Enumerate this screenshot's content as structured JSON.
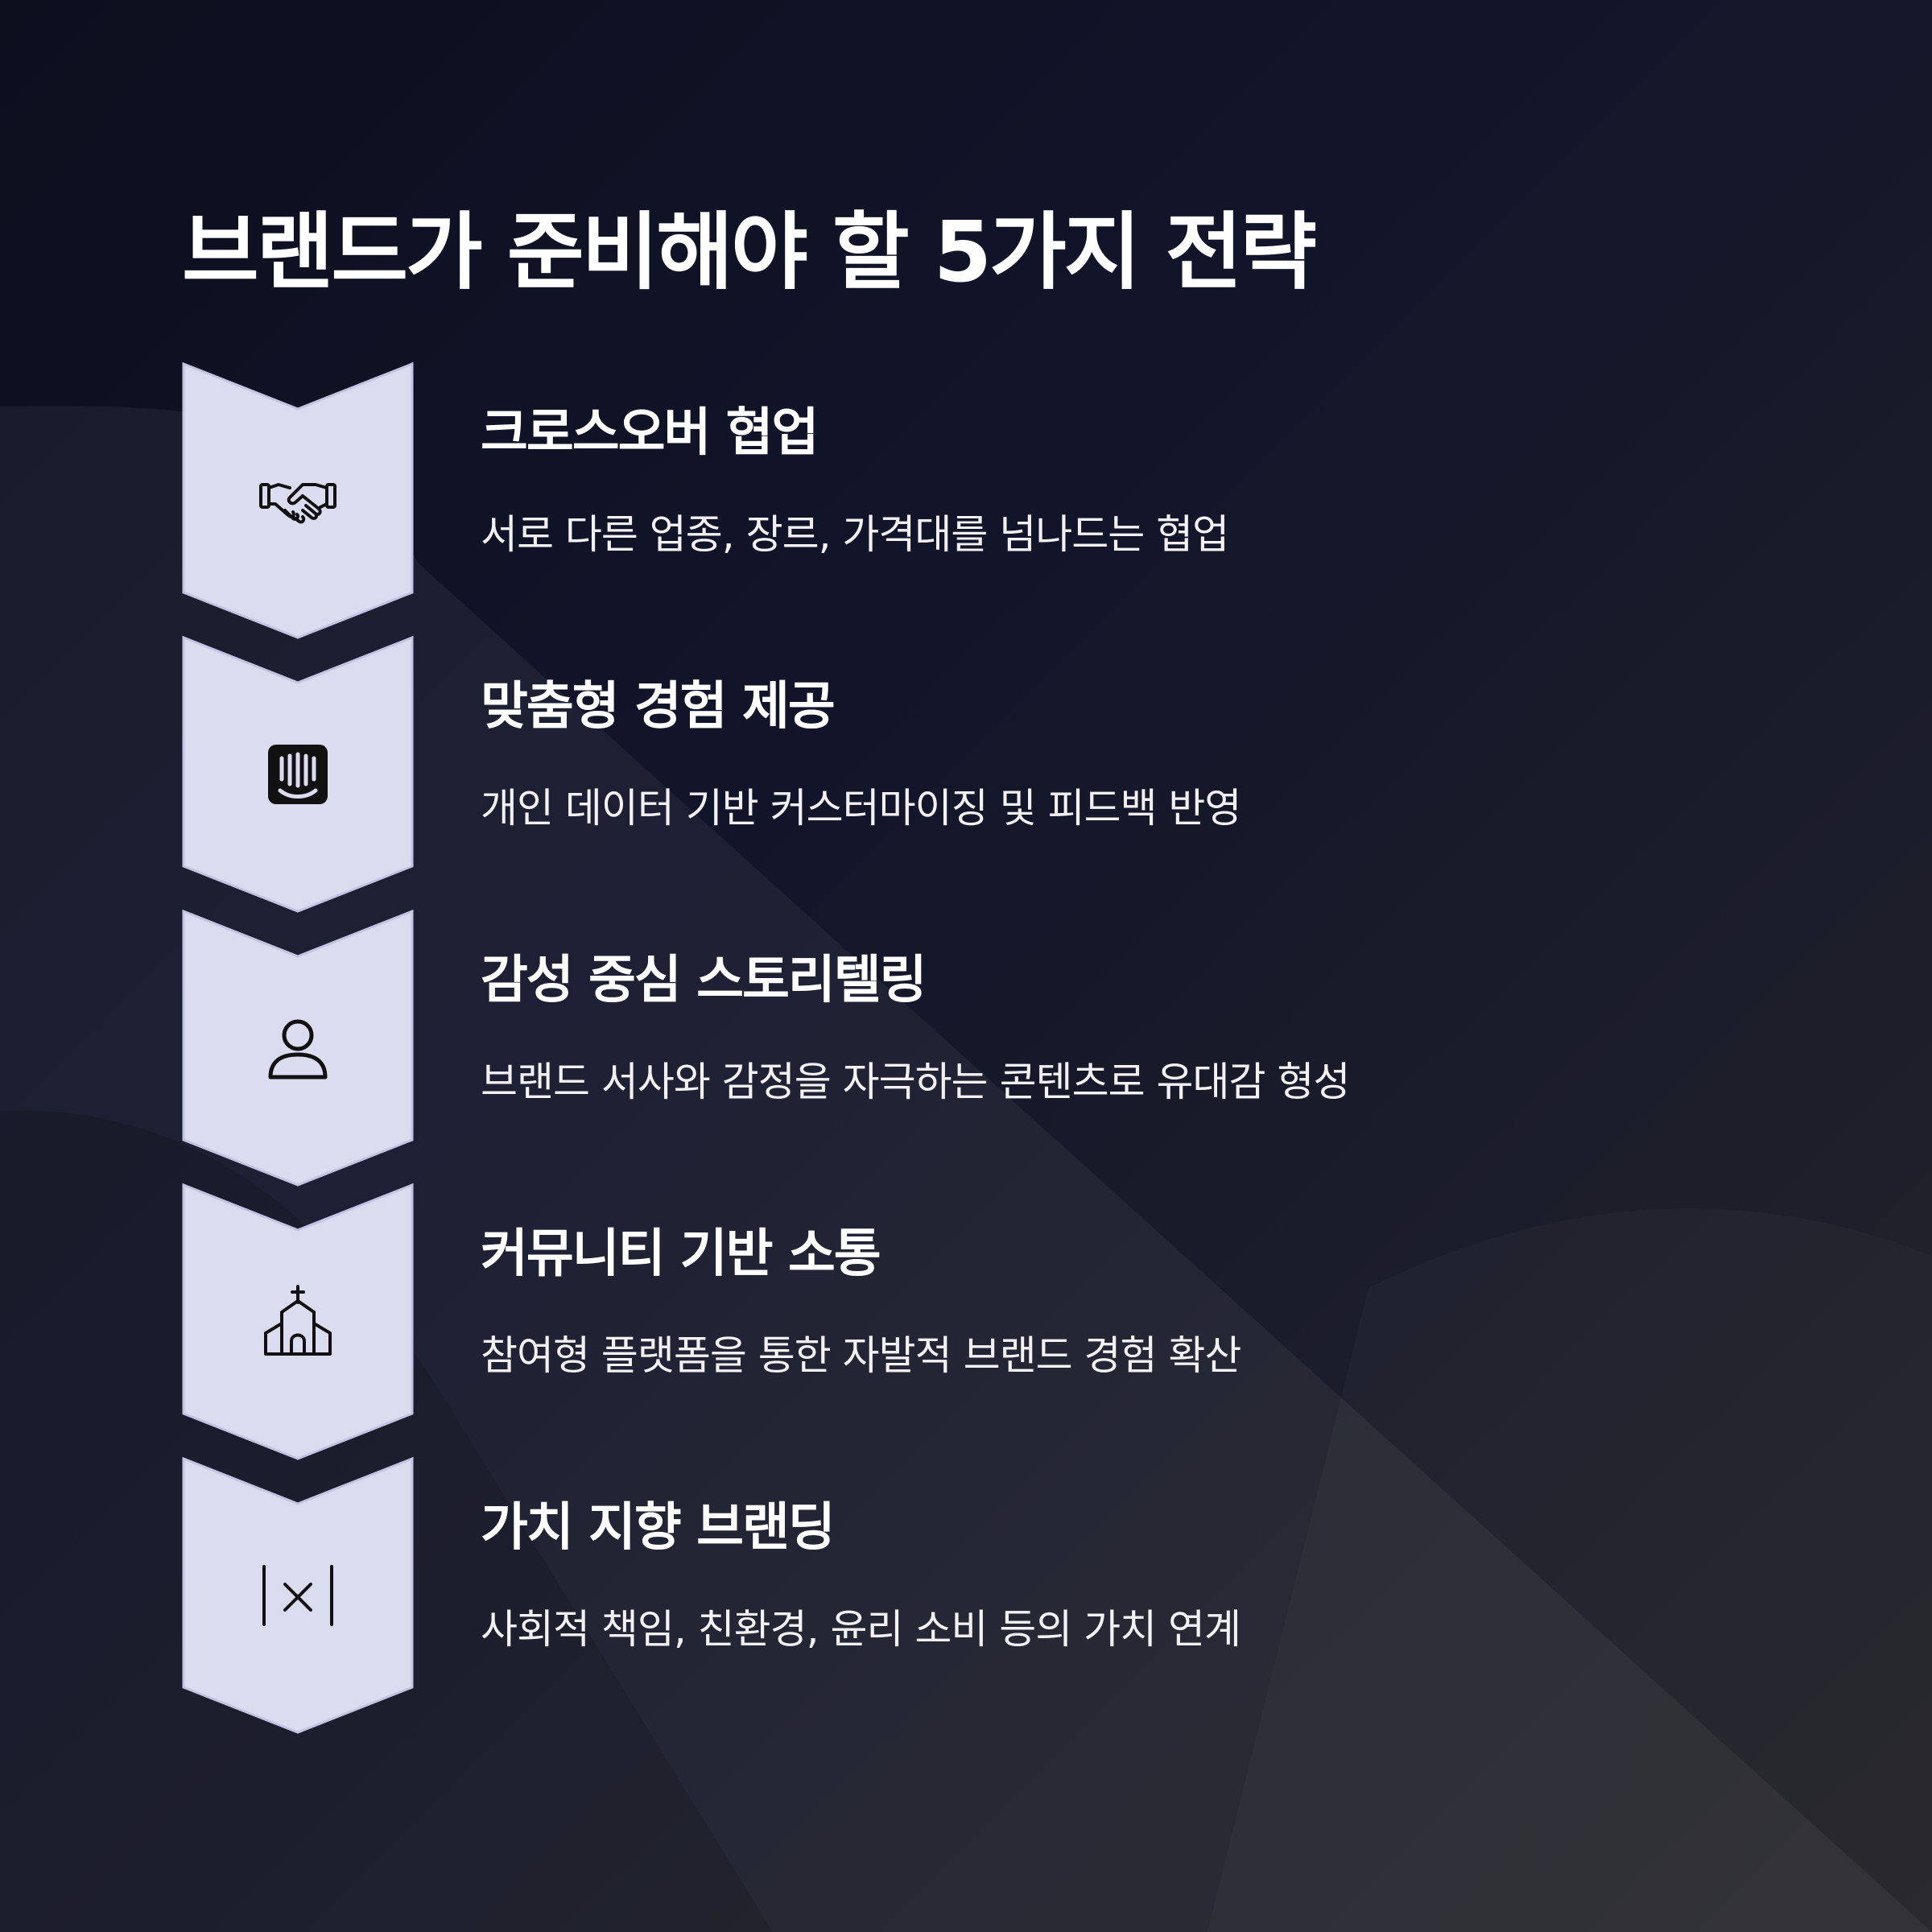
{
  "title": "브랜드가 준비해야 할 5가지 전략",
  "colors": {
    "background_dark": "#0d0f1f",
    "background_light": "#242429",
    "chevron_fill": "#dcdcf0",
    "chevron_stroke": "#c4c4e0",
    "icon_stroke": "#111111",
    "text": "#ffffff"
  },
  "steps": [
    {
      "title": "크로스오버 협업",
      "description": "서로 다른 업종, 장르, 가격대를 넘나드는 협업",
      "icon": "handshake-icon"
    },
    {
      "title": "맞춤형 경험 제공",
      "description": "개인 데이터 기반 커스터마이징 및 피드백 반영",
      "icon": "intercom-icon"
    },
    {
      "title": "감성 중심 스토리텔링",
      "description": "브랜드 서사와 감정을 자극하는 콘텐츠로 유대감 형성",
      "icon": "user-icon"
    },
    {
      "title": "커뮤니티 기반 소통",
      "description": "참여형 플랫폼을 통한 자발적 브랜드 경험 확산",
      "icon": "church-icon"
    },
    {
      "title": "가치 지향 브랜딩",
      "description": "사회적 책임, 친환경, 윤리 소비 등의 가치 연계",
      "icon": "abs-multiply-icon"
    }
  ]
}
